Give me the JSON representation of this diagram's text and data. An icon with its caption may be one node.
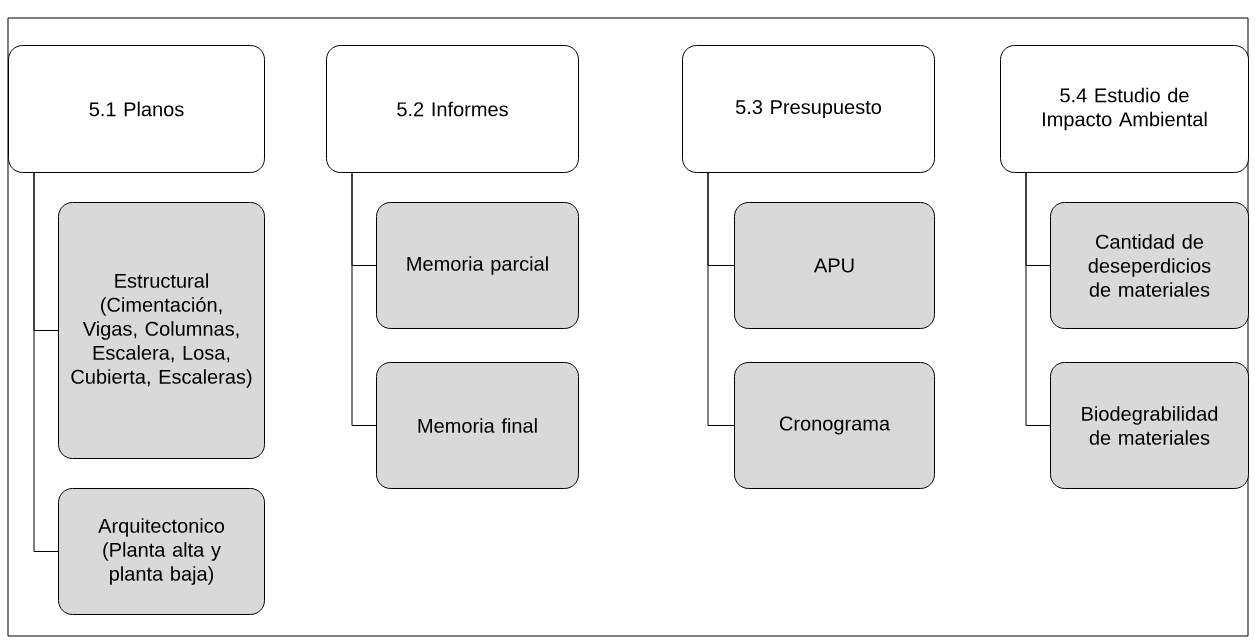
{
  "diagram": {
    "nodes": [
      {
        "text": [
          "5.1 Planos"
        ]
      },
      {
        "text": [
          "Estructural (Cimentación, Vigas, Columnas, Escalera, Losa, Cubierta, Escaleras)"
        ]
      },
      {
        "text": [
          "Arquitectonico (Planta alta y planta baja)"
        ]
      },
      {
        "text": [
          "5.2 Informes"
        ]
      },
      {
        "text": [
          "Memoria parcial"
        ]
      },
      {
        "text": [
          "Memoria final"
        ]
      },
      {
        "text": [
          "5.3 Presupuesto"
        ]
      },
      {
        "text": [
          "APU"
        ]
      },
      {
        "text": [
          "Cronograma"
        ]
      },
      {
        "text": [
          "5.4 Estudio de Impacto Ambiental"
        ]
      },
      {
        "text": [
          "Cantidad de deseperdicios de materiales"
        ]
      },
      {
        "text": [
          "Biodegrabilidad de materiales"
        ]
      }
    ],
    "edges": [
      {
        "from": 0,
        "to": 1,
        "arrow": "none"
      },
      {
        "from": 0,
        "to": 2,
        "arrow": "none"
      },
      {
        "from": 3,
        "to": 4,
        "arrow": "none"
      },
      {
        "from": 3,
        "to": 5,
        "arrow": "none"
      },
      {
        "from": 6,
        "to": 7,
        "arrow": "none"
      },
      {
        "from": 6,
        "to": 8,
        "arrow": "none"
      },
      {
        "from": 9,
        "to": 10,
        "arrow": "none"
      },
      {
        "from": 9,
        "to": 11,
        "arrow": "none"
      }
    ]
  }
}
